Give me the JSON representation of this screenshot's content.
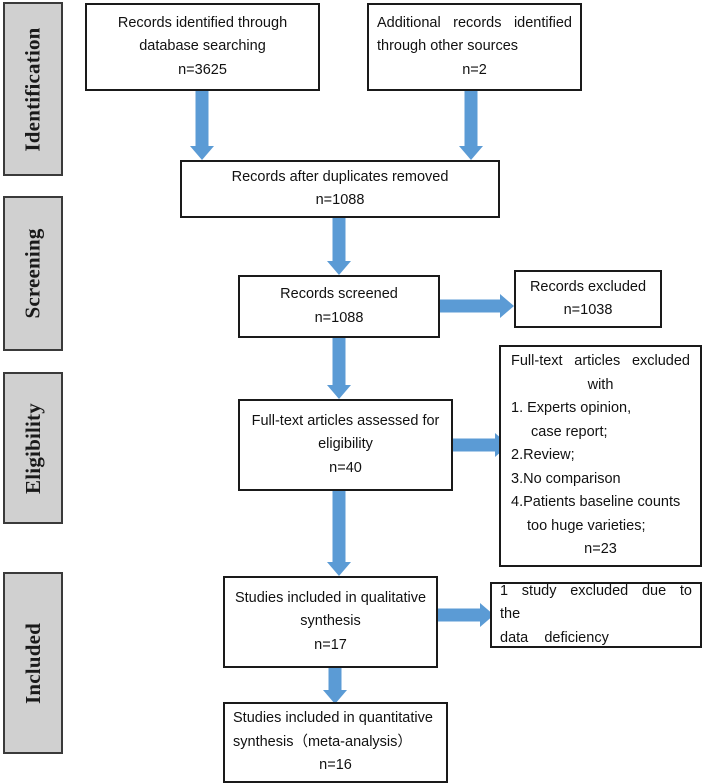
{
  "diagram": {
    "title": "PRISMA study selection flow diagram",
    "accent_color": "#5b9bd5",
    "stage_fill": "#d0d0d0",
    "border_color": "#1a1a1a"
  },
  "stages": [
    {
      "id": "identification",
      "label": "Identification"
    },
    {
      "id": "screening",
      "label": "Screening"
    },
    {
      "id": "eligibility",
      "label": "Eligibility"
    },
    {
      "id": "included",
      "label": "Included"
    }
  ],
  "nodes": {
    "records_database": {
      "line1": "Records identified through",
      "line2": "database searching",
      "count": "n=3625"
    },
    "records_other": {
      "line1": "Additional  records  identified",
      "line2": "through other sources",
      "count": "n=2"
    },
    "duplicates_removed": {
      "line1": "Records after duplicates removed",
      "count": "n=1088"
    },
    "records_screened": {
      "line1": "Records screened",
      "count": "n=1088"
    },
    "records_excluded": {
      "line1": "Records excluded",
      "count": "n=1038"
    },
    "fulltext_assessed": {
      "line1": "Full-text articles assessed for",
      "line2": "eligibility",
      "count": "n=40"
    },
    "fulltext_excluded": {
      "line1": "Full-text  articles  excluded",
      "line2": "with",
      "reason1": "1. Experts opinion,",
      "reason1b": "case report;",
      "reason2": "2.Review;",
      "reason3": "3.No comparison",
      "reason4": "4.Patients baseline counts",
      "reason4b": "too huge varieties;",
      "count": "n=23"
    },
    "qualitative_synthesis": {
      "line1": "Studies included in qualitative",
      "line2": "synthesis",
      "count": "n=17"
    },
    "study_excluded_data": {
      "line1": "1  study  excluded  due  to  the",
      "line2": "data    deficiency"
    },
    "quantitative_synthesis": {
      "line1": "Studies included in quantitative",
      "line2": "synthesis（meta-analysis）",
      "count": "n=16"
    }
  },
  "chart_data": {
    "type": "diagram",
    "flow": "PRISMA",
    "nodes": [
      {
        "id": "records_database",
        "text": "Records identified through database searching",
        "n": 3625
      },
      {
        "id": "records_other",
        "text": "Additional records identified through other sources",
        "n": 2
      },
      {
        "id": "duplicates_removed",
        "text": "Records after duplicates removed",
        "n": 1088
      },
      {
        "id": "records_screened",
        "text": "Records screened",
        "n": 1088
      },
      {
        "id": "records_excluded",
        "text": "Records excluded",
        "n": 1038
      },
      {
        "id": "fulltext_assessed",
        "text": "Full-text articles assessed for eligibility",
        "n": 40
      },
      {
        "id": "fulltext_excluded",
        "text": "Full-text articles excluded with",
        "n": 23
      },
      {
        "id": "qualitative_synthesis",
        "text": "Studies included in qualitative synthesis",
        "n": 17
      },
      {
        "id": "study_excluded_data",
        "text": "1 study excluded due to the data deficiency",
        "n": 1
      },
      {
        "id": "quantitative_synthesis",
        "text": "Studies included in quantitative synthesis (meta-analysis)",
        "n": 16
      }
    ],
    "edges": [
      {
        "from": "records_database",
        "to": "duplicates_removed",
        "dir": "down"
      },
      {
        "from": "records_other",
        "to": "duplicates_removed",
        "dir": "down"
      },
      {
        "from": "duplicates_removed",
        "to": "records_screened",
        "dir": "down"
      },
      {
        "from": "records_screened",
        "to": "records_excluded",
        "dir": "right"
      },
      {
        "from": "records_screened",
        "to": "fulltext_assessed",
        "dir": "down"
      },
      {
        "from": "fulltext_assessed",
        "to": "fulltext_excluded",
        "dir": "right"
      },
      {
        "from": "fulltext_assessed",
        "to": "qualitative_synthesis",
        "dir": "down"
      },
      {
        "from": "qualitative_synthesis",
        "to": "study_excluded_data",
        "dir": "right"
      },
      {
        "from": "qualitative_synthesis",
        "to": "quantitative_synthesis",
        "dir": "down"
      }
    ]
  }
}
